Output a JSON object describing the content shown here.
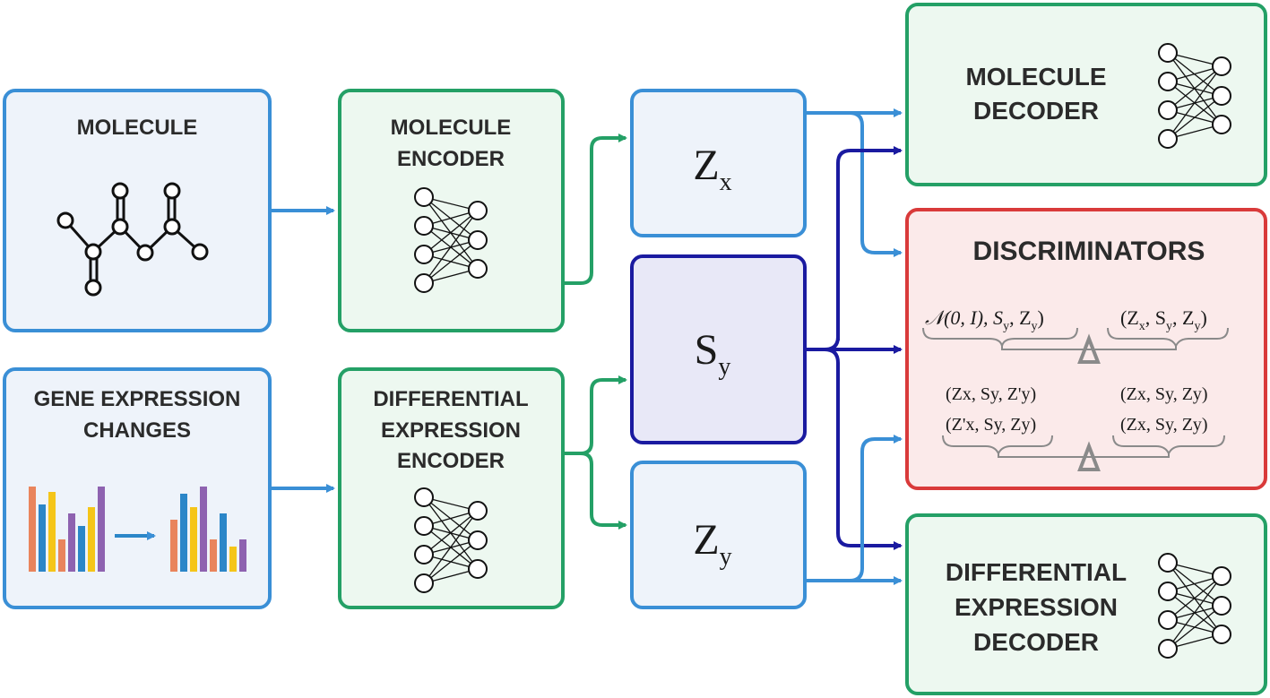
{
  "nodes": {
    "molecule": {
      "title": "MOLECULE"
    },
    "gene_expression": {
      "title_line1": "GENE EXPRESSION",
      "title_line2": "CHANGES"
    },
    "molecule_encoder": {
      "title_line1": "MOLECULE",
      "title_line2": "ENCODER"
    },
    "de_encoder": {
      "title_line1": "DIFFERENTIAL",
      "title_line2": "EXPRESSION",
      "title_line3": "ENCODER"
    },
    "zx": {
      "symbol": "Z",
      "subscript": "x"
    },
    "sy": {
      "symbol": "S",
      "subscript": "y"
    },
    "zy": {
      "symbol": "Z",
      "subscript": "y"
    },
    "molecule_decoder": {
      "title_line1": "MOLECULE",
      "title_line2": "DECODER"
    },
    "discriminators": {
      "title": "DISCRIMINATORS",
      "pair1_left": "𝒩(0, I), S",
      "pair1_left_sub": "y",
      "pair1_left_tail": ", Z",
      "pair1_left_tail_sub": "y",
      "pair1_right": "(Z",
      "pair1_right_sub1": "x",
      "pair1_right_mid": ", S",
      "pair1_right_sub2": "y",
      "pair1_right_mid2": ", Z",
      "pair1_right_sub3": "y",
      "pair2_left_row1": "(Zx, Sy, Z'y)",
      "pair2_left_row2": "(Z'x, Sy, Zy)",
      "pair2_right_row1": "(Zx, Sy, Zy)",
      "pair2_right_row2": "(Zx, Sy, Zy)"
    },
    "de_decoder": {
      "title_line1": "DIFFERENTIAL",
      "title_line2": "EXPRESSION",
      "title_line3": "DECODER"
    }
  },
  "colors": {
    "blue_border": "#3a8fd6",
    "blue_fill": "#eef3fa",
    "green_border": "#24a066",
    "green_fill": "#edf8f0",
    "navy_border": "#1a1aa0",
    "navy_fill": "#e8e8f7",
    "red_border": "#d93a3a",
    "red_fill": "#fbeaea"
  }
}
